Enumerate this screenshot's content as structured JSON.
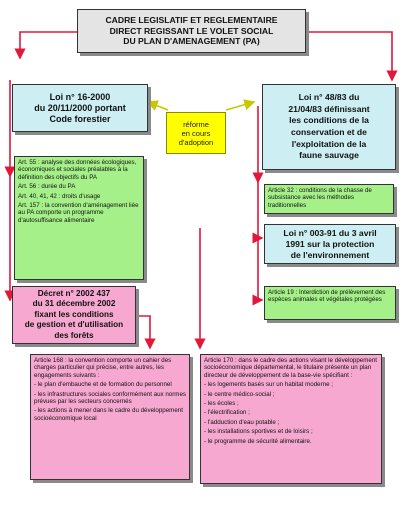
{
  "header": {
    "lines": [
      "CADRE LEGISLATIF ET REGLEMENTAIRE",
      "DIRECT REGISSANT LE VOLET SOCIAL",
      "DU PLAN D'AMENAGEMENT (PA)"
    ]
  },
  "loi_2000": {
    "lines": [
      "Loi n° 16-2000",
      "du 20/11/2000 portant",
      "Code forestier"
    ]
  },
  "reforme": {
    "lines": [
      "réforme",
      "en cours",
      "d'adoption"
    ]
  },
  "loi_83": {
    "lines": [
      "Loi n° 48/83 du",
      "21/04/83 définissant",
      "les conditions de la",
      "conservation et de",
      "l'exploitation de la",
      "faune sauvage"
    ]
  },
  "articles_2000": {
    "lines": [
      "Art. 55 : analyse des données écologiques, économiques et sociales préalables à la définition des objectifs du PA",
      "Art. 56 : durée du PA",
      "Art. 40, 41, 42 : droits d'usage",
      "Art. 157 : la convention d'aménagement liée au PA comporte un programme d'autosuffisance alimentaire"
    ]
  },
  "article_32": {
    "text": "Article 32 : conditions de la chasse de subsistance avec les méthodes traditionnelles"
  },
  "loi_91": {
    "lines": [
      "Loi n° 003-91 du 3 avril",
      "1991 sur la protection",
      "de l'environnement"
    ]
  },
  "article_19": {
    "text": "Article 19 : Interdiction de prélèvement des espèces animales et végétales protégées"
  },
  "decret": {
    "lines": [
      "Décret n° 2002 437",
      "du 31 décembre 2002",
      "fixant les conditions",
      "de gestion et d'utilisation",
      "des forêts"
    ]
  },
  "article_168": {
    "lines": [
      "Article 168 : la convention comporte un cahier des charges particulier qui précise, entre autres, les engagements suivants :",
      "- le plan d'embauche et de formation du personnel",
      "- les infrastructures sociales conformément aux normes prévues par les secteurs concernés",
      "- les actions à mener dans le cadre du développement socioéconomique local"
    ]
  },
  "article_170": {
    "lines": [
      "Article 170 : dans le cadre des actions visant le développement socioéconomique départemental, le titulaire présente un plan directeur de développement de la base-vie spécifiant :",
      "- les logements basés sur un habitat moderne ;",
      "- le centre médico-social ;",
      "- les écoles ;",
      "- l'électrification ;",
      "- l'adduction d'eau potable ;",
      "- les installations sportives et de loisirs ;",
      "- le programme de sécurité alimentaire."
    ]
  },
  "colors": {
    "grey": "#e4e4e4",
    "cyan": "#cdeef2",
    "green": "#a6f08a",
    "pink": "#f6a8d0",
    "yellow": "#ffff00",
    "arrow": "#e0183c"
  }
}
